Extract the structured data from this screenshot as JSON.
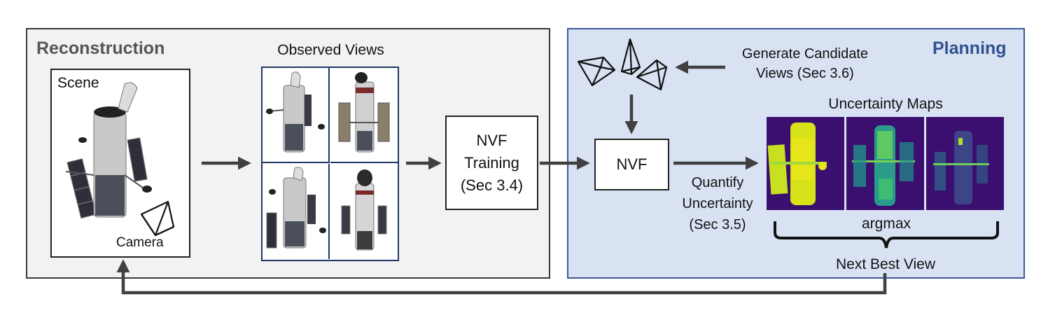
{
  "reconstruction": {
    "title": "Reconstruction",
    "scene_label": "Scene",
    "camera_label": "Camera",
    "observed_views_title": "Observed Views",
    "nvf_training_lines": [
      "NVF",
      "Training",
      "(Sec 3.4)"
    ]
  },
  "planning": {
    "title": "Planning",
    "generate_lines": [
      "Generate Candidate",
      "Views (Sec 3.6)"
    ],
    "nvf_label": "NVF",
    "uncertainty_maps_title": "Uncertainty Maps",
    "quantify_lines": [
      "Quantify",
      "Uncertainty",
      "(Sec 3.5)"
    ],
    "argmax_label": "argmax",
    "next_best_view_label": "Next Best View"
  },
  "icons": {
    "scene_object": "satellite-icon",
    "camera": "camera-frustum-icon",
    "candidate_views": "camera-frustum-icon"
  },
  "colors": {
    "reconstruction_bg": "#f2f2f2",
    "planning_bg": "#d9e2f3",
    "planning_border": "#3c5a99",
    "planning_title": "#2f528f",
    "arrow": "#404040",
    "map_low": "#3b0f70",
    "map_high": "#e6e51a"
  }
}
